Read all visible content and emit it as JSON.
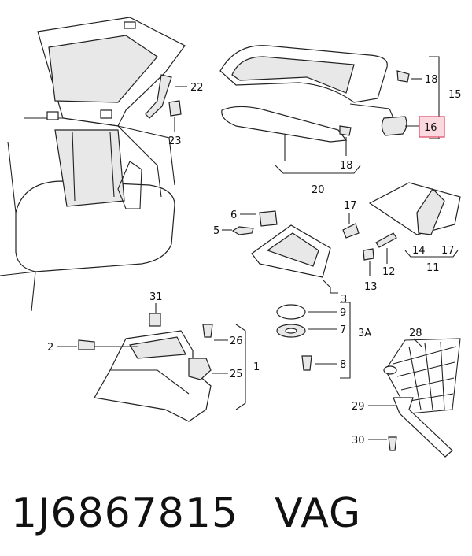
{
  "labels": {
    "l1": "1",
    "l2": "2",
    "l3": "3",
    "l3a": "3A",
    "l5": "5",
    "l6": "6",
    "l7": "7",
    "l8": "8",
    "l9": "9",
    "l11": "11",
    "l12": "12",
    "l13": "13",
    "l14": "14",
    "l15": "15",
    "l16": "16",
    "l17": "17",
    "l17b": "17",
    "l18a": "18",
    "l18b": "18",
    "l20": "20",
    "l22": "22",
    "l23": "23",
    "l25": "25",
    "l26": "26",
    "l28": "28",
    "l29": "29",
    "l30": "30",
    "l31": "31"
  },
  "highlight_color": "#e0506a",
  "highlight_fill": "#fbd9de",
  "footer": {
    "part_number": "1J6867815",
    "brand": "VAG"
  }
}
